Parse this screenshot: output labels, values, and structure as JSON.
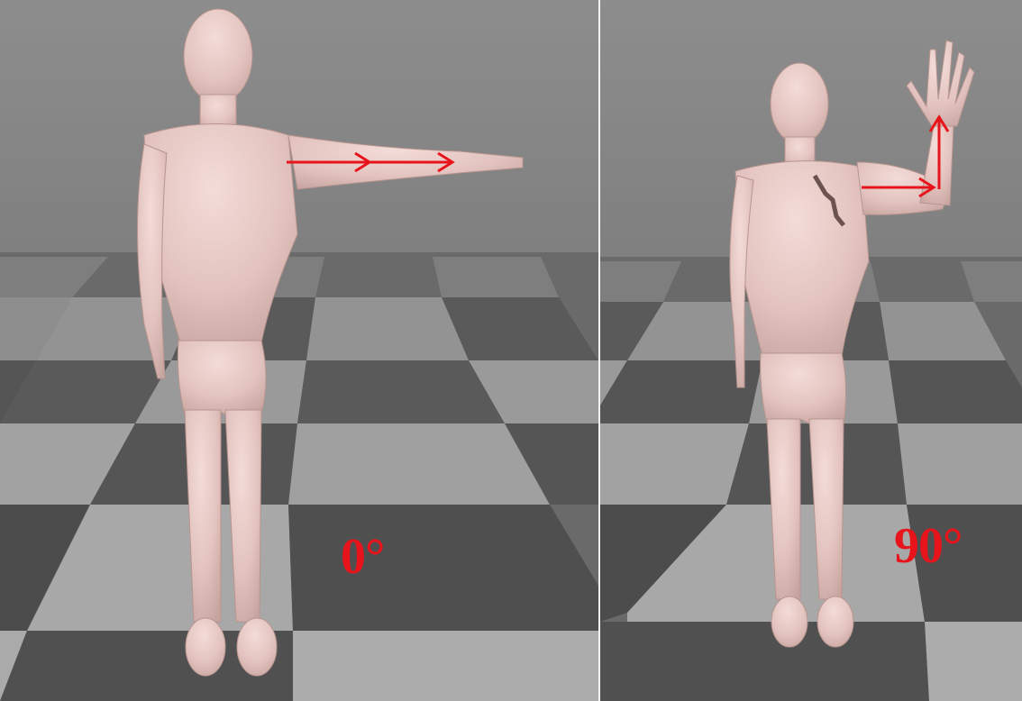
{
  "panels": [
    {
      "id": "left",
      "angle_label": "0°"
    },
    {
      "id": "right",
      "angle_label": "90°"
    }
  ],
  "colors": {
    "background_top": "#8a8a8a",
    "floor_dark": "#5c5c5c",
    "floor_light": "#9a9a9a",
    "skin": "#e7c8c4",
    "skin_shadow": "#c9a6a2",
    "arrow": "#e8141c"
  }
}
